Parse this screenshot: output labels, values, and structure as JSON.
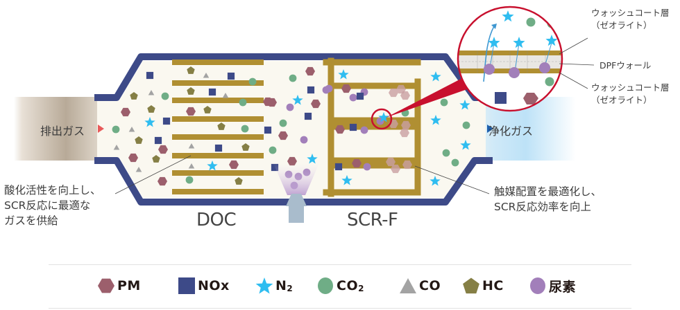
{
  "labels": {
    "inlet": "排出ガス",
    "outlet": "浄化ガス",
    "note_left": [
      "酸化活性を向上し、",
      "SCR反応に最適な",
      "ガスを供給"
    ],
    "note_right": [
      "触媒配置を最適化し、",
      "SCR反応効率を向上"
    ],
    "doc": "DOC",
    "scrf": "SCR-F",
    "zoom_washcoat_top": [
      "ウォッシュコート層",
      "（ゼオライト）"
    ],
    "zoom_dpf_wall": "DPFウォール",
    "zoom_washcoat_bottom": [
      "ウォッシュコート層",
      "（ゼオライト）"
    ]
  },
  "legend": [
    {
      "key": "pm",
      "label": "PM",
      "sub": "",
      "shape": "hexagon",
      "color": "#9c5f6c"
    },
    {
      "key": "nox",
      "label": "NOx",
      "sub": "",
      "shape": "square",
      "color": "#3d4a88"
    },
    {
      "key": "n2",
      "label": "N",
      "sub": "2",
      "shape": "star",
      "color": "#2fbdf0"
    },
    {
      "key": "co2",
      "label": "CO",
      "sub": "2",
      "shape": "circle",
      "color": "#6fad86"
    },
    {
      "key": "co",
      "label": "CO",
      "sub": "",
      "shape": "triangle",
      "color": "#a3a3a3"
    },
    {
      "key": "hc",
      "label": "HC",
      "sub": "",
      "shape": "pentagon",
      "color": "#857f45"
    },
    {
      "key": "urea",
      "label": "尿素",
      "sub": "",
      "shape": "circle",
      "color": "#a27fba"
    }
  ],
  "colors": {
    "housing": "#3d4a88",
    "interior": "#faf8f0",
    "catalyst": "#b08f32",
    "inlet_arrow": "#e85a5a",
    "outlet_arrow": "#1d5fad",
    "magnifier": "#c8102e",
    "injector": "#a9bccc",
    "flow_line": "#3f97d1"
  }
}
